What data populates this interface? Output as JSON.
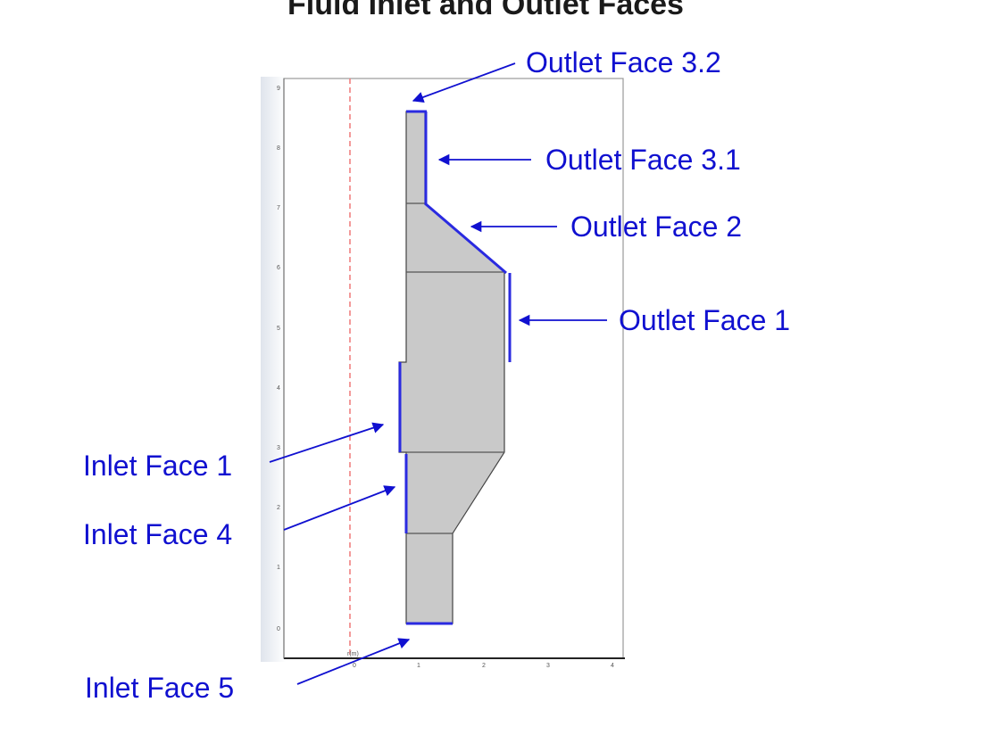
{
  "title": "Fluid Inlet and Outlet Faces",
  "axis": {
    "y_ticks": [
      "0",
      "1",
      "2",
      "3",
      "4",
      "5",
      "6",
      "7",
      "8",
      "9"
    ],
    "x_ticks": [
      "0",
      "1",
      "2",
      "3",
      "4"
    ],
    "axis_label": "r(m)"
  },
  "labels": {
    "outlet_3_2": "Outlet Face 3.2",
    "outlet_3_1": "Outlet Face 3.1",
    "outlet_2": "Outlet Face 2",
    "outlet_1": "Outlet Face 1",
    "inlet_1": "Inlet Face 1",
    "inlet_4": "Inlet Face 4",
    "inlet_5": "Inlet Face 5"
  },
  "colors": {
    "annotation": "#1010d0",
    "boundary_highlight": "#2a2ae0",
    "domain_fill": "#c9c9c9",
    "symmetry_axis": "#f08080"
  }
}
